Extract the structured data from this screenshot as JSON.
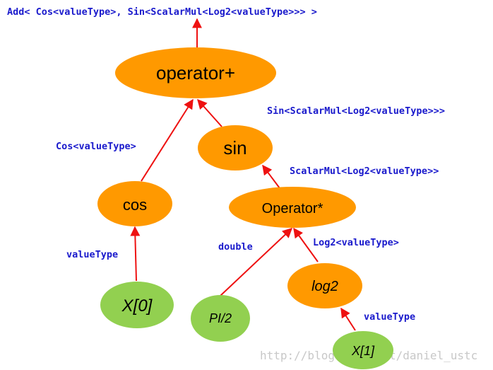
{
  "colors": {
    "operator_node": "#ff9900",
    "leaf_node": "#92d050",
    "edge": "#ee1111",
    "type_label": "#1a1acc",
    "watermark": "#c8c8c8"
  },
  "labels": {
    "root_type": "Add< Cos<valueType>, Sin<ScalarMul<Log2<valueType>>> >",
    "sin_type": "Sin<ScalarMul<Log2<valueType>>>",
    "cos_type": "Cos<valueType>",
    "scalarmul_type": "ScalarMul<Log2<valueType>>",
    "x0_type": "valueType",
    "double_type": "double",
    "log2_type": "Log2<valueType>",
    "x1_type": "valueType"
  },
  "nodes": {
    "operator_plus": "operator+",
    "sin": "sin",
    "cos": "cos",
    "operator_mul": "Operator*",
    "x0": "X[0]",
    "pi2": "PI/2",
    "log2": "log2",
    "x1": "X[1]"
  },
  "watermark": "http://blog.csdn.net/daniel_ustc"
}
